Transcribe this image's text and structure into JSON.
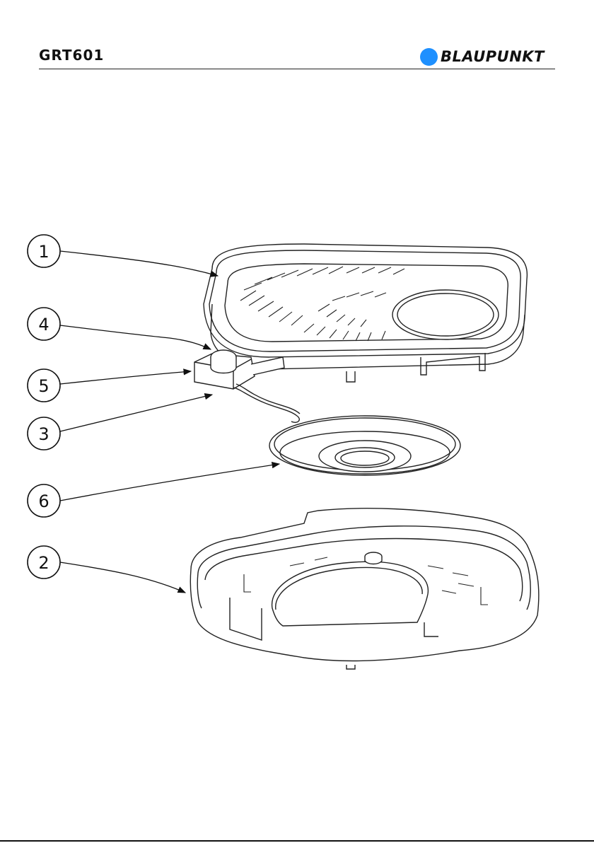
{
  "header": {
    "model": "GRT601",
    "brand": "BLAUPUNKT",
    "brand_color": "#1e90ff"
  },
  "diagram": {
    "callouts": [
      {
        "id": "1",
        "label": "1"
      },
      {
        "id": "4",
        "label": "4"
      },
      {
        "id": "5",
        "label": "5"
      },
      {
        "id": "3",
        "label": "3"
      },
      {
        "id": "6",
        "label": "6"
      },
      {
        "id": "2",
        "label": "2"
      }
    ]
  }
}
